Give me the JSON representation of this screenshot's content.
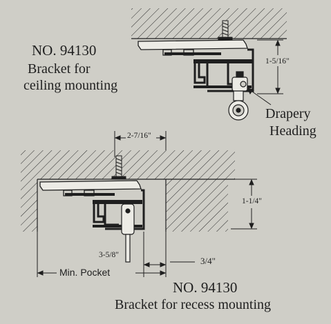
{
  "top_bracket": {
    "model": "NO. 94130",
    "caption_line1": "Bracket for",
    "caption_line2": "ceiling mounting",
    "dimension": "1-5/16\"",
    "callout_line1": "Drapery",
    "callout_line2": "Heading"
  },
  "bottom_bracket": {
    "model": "NO. 94130",
    "caption": "Bracket for recess mounting",
    "dim_top": "2-7/16\"",
    "dim_right": "1-1/4\"",
    "dim_inner": "3-5/8\"",
    "dim_gap": "3/4\"",
    "pocket_label": "Min. Pocket"
  },
  "colors": {
    "background": "#cfcec7",
    "line": "#1f1f1f",
    "bracket_fill": "#ecebe5"
  }
}
